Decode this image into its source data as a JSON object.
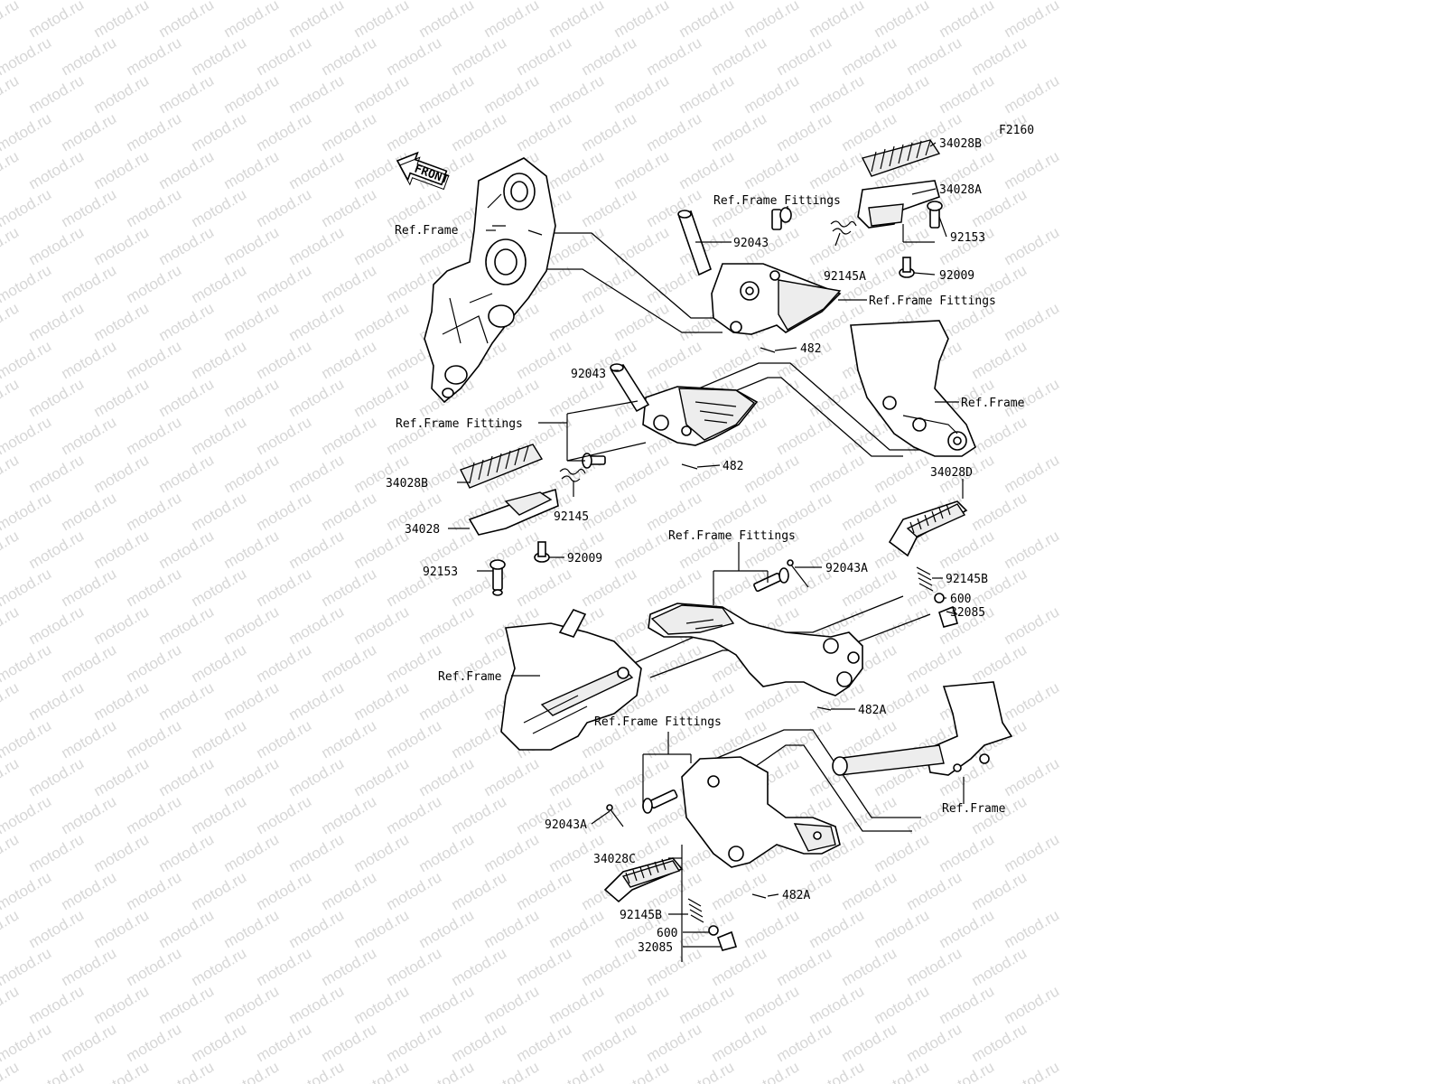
{
  "diagram_code": "F2160",
  "front_label": "FRONT",
  "watermark": "motod.ru",
  "labels": {
    "p34028B_top": "34028B",
    "p34028A": "34028A",
    "p92153_top": "92153",
    "p92009_top": "92009",
    "ref_frame_fittings_top": "Ref.Frame Fittings",
    "p92043_top": "92043",
    "p92145A": "92145A",
    "ref_frame_fittings_right": "Ref.Frame Fittings",
    "p482_top": "482",
    "ref_frame_topleft": "Ref.Frame",
    "p92043_mid": "92043",
    "ref_frame_right": "Ref.Frame",
    "ref_frame_fittings_mid": "Ref.Frame Fittings",
    "p482_mid": "482",
    "p34028B_left": "34028B",
    "p92145": "92145",
    "p34028": "34028",
    "p92009_left": "92009",
    "p92153_left": "92153",
    "p34028D": "34028D",
    "ref_frame_fittings_low": "Ref.Frame Fittings",
    "p92043A_right": "92043A",
    "p92145B_right": "92145B",
    "p600_right": "600",
    "p32085_right": "32085",
    "ref_frame_left_low": "Ref.Frame",
    "p482A_mid": "482A",
    "ref_frame_fittings_bottom": "Ref.Frame Fittings",
    "ref_frame_bottom_right": "Ref.Frame",
    "p92043A_left": "92043A",
    "p34028C": "34028C",
    "p482A_bottom": "482A",
    "p92145B_left": "92145B",
    "p600_left": "600",
    "p32085_left": "32085"
  }
}
